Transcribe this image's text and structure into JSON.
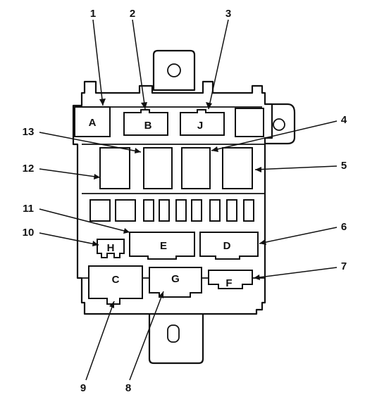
{
  "connectors": {
    "A": "A",
    "B": "B",
    "J": "J",
    "E": "E",
    "D": "D",
    "H": "H",
    "C": "C",
    "G": "G",
    "F": "F"
  },
  "callouts": [
    "1",
    "2",
    "3",
    "4",
    "5",
    "6",
    "7",
    "8",
    "9",
    "10",
    "11",
    "12",
    "13"
  ]
}
